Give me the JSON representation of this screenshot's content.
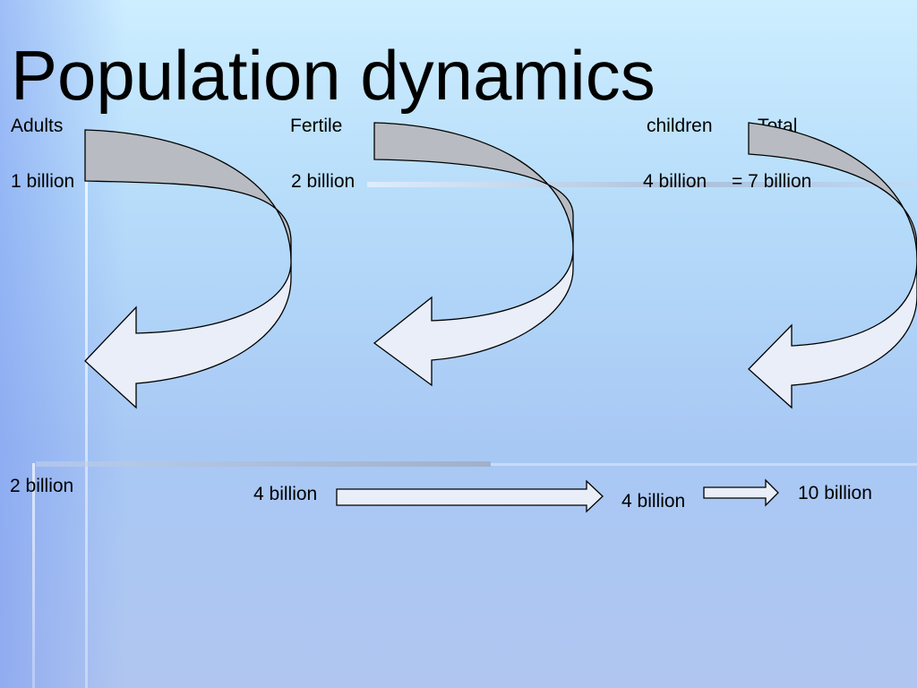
{
  "title": "Population dynamics",
  "headers": {
    "adults": "Adults",
    "fertile": "Fertile",
    "children": "children",
    "total": "Total"
  },
  "row1": {
    "adults": "1 billion",
    "fertile": "2 billion",
    "children": "4 billion",
    "total": "= 7 billion"
  },
  "row2": {
    "adults": "2 billion",
    "fertile": "4 billion",
    "children": "4 billion",
    "total": "10 billion"
  },
  "colors": {
    "arrow_back": "#b8bcc2",
    "arrow_front": "#e9eef8",
    "outline": "#000000"
  }
}
